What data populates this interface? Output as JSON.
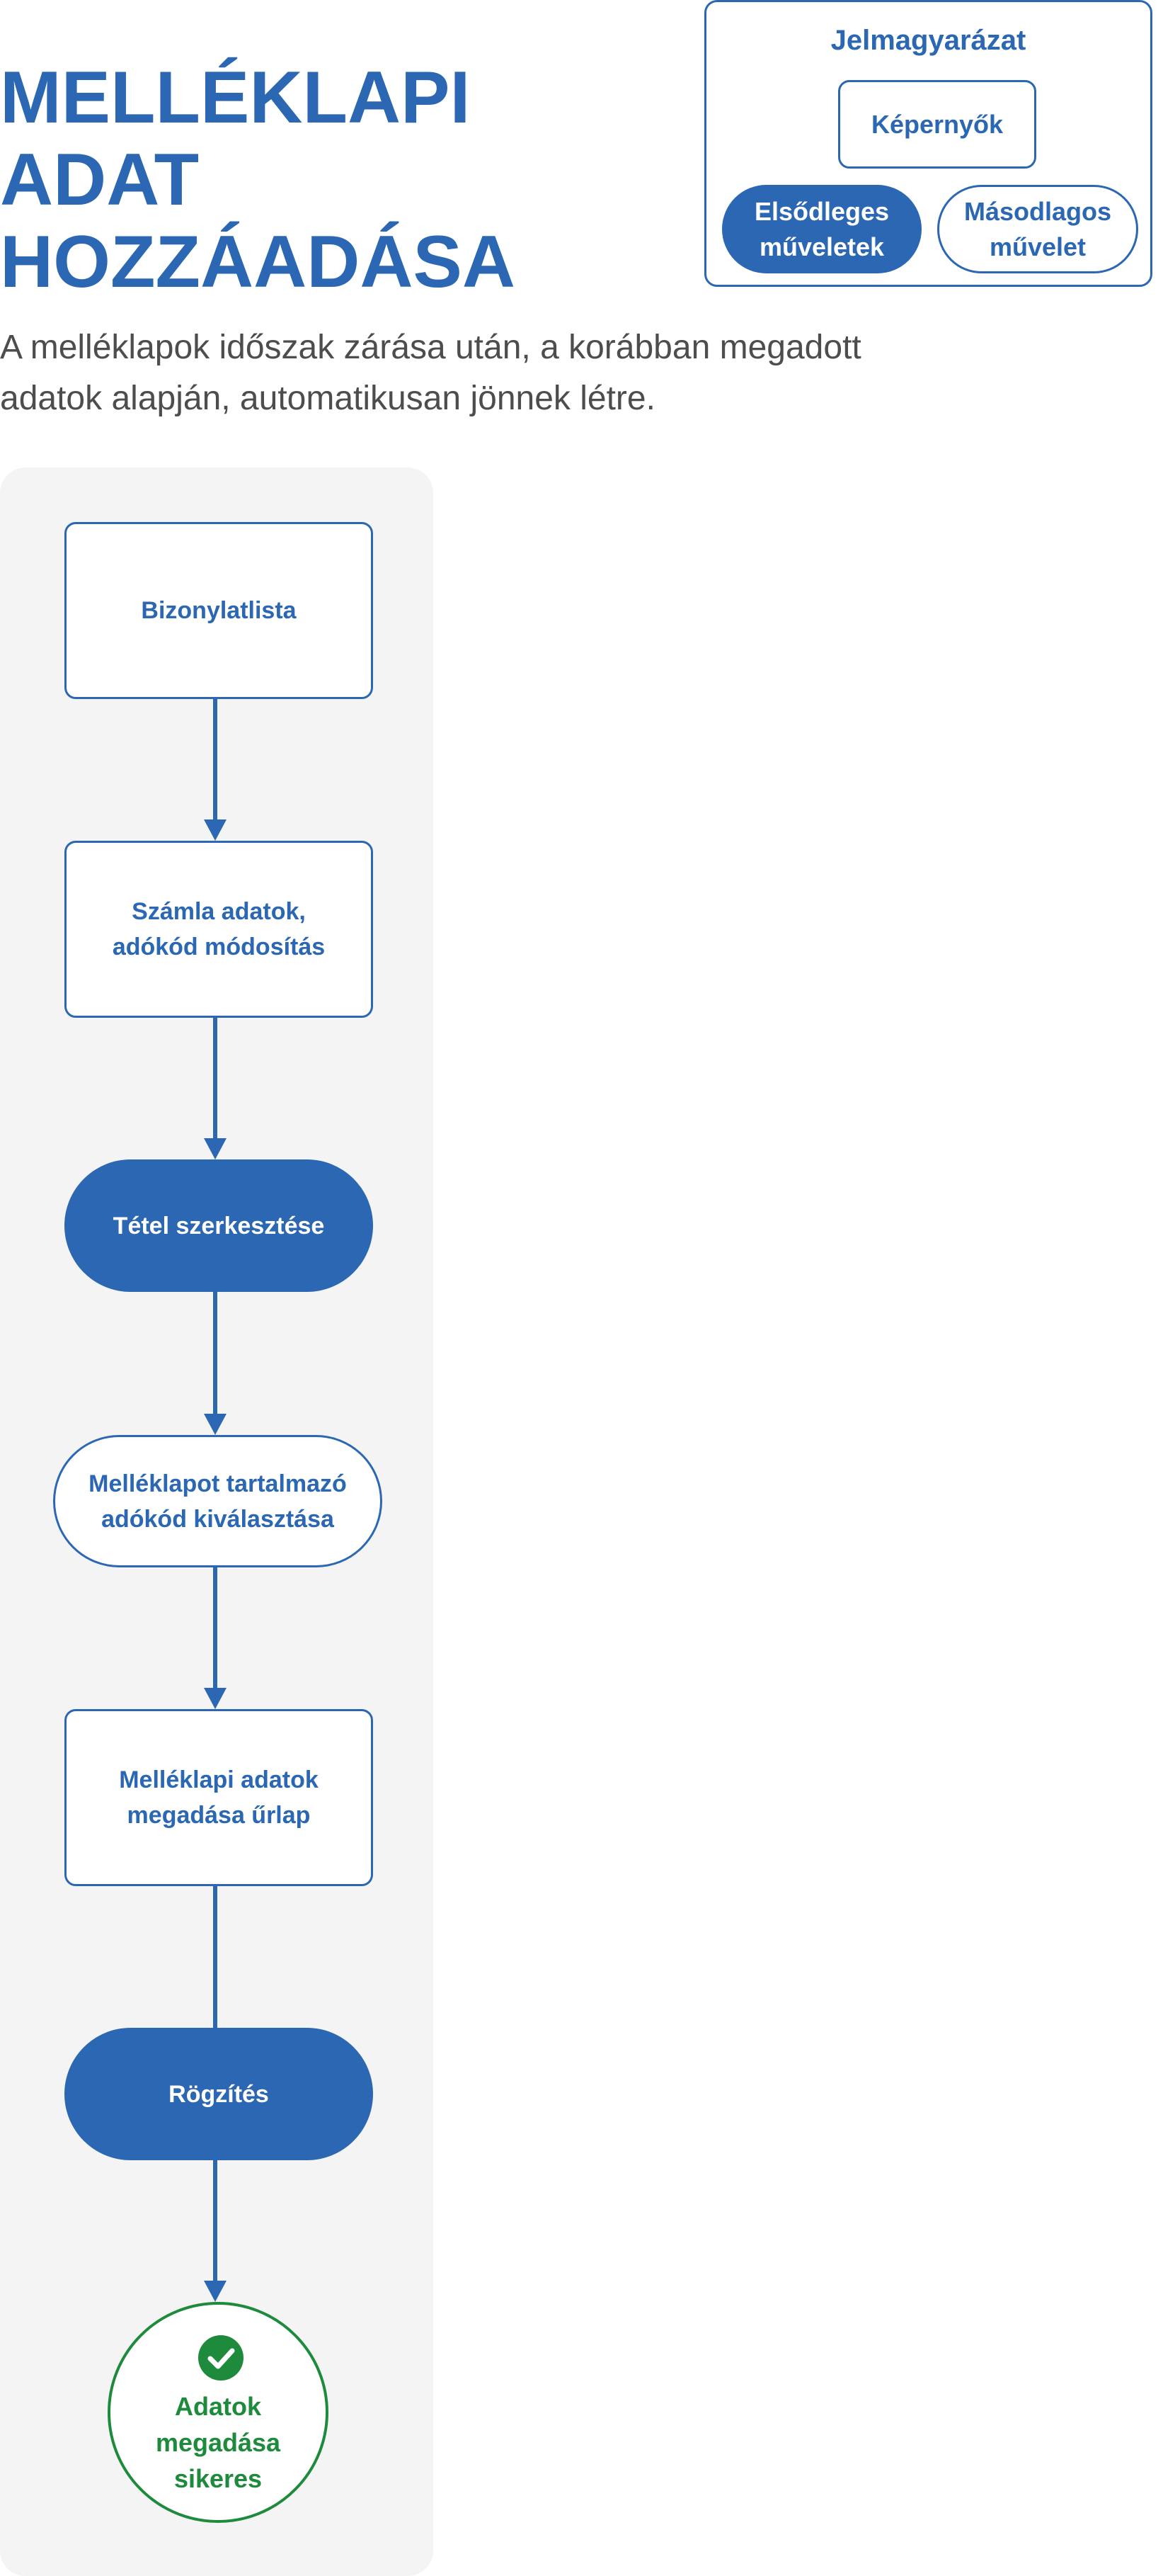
{
  "header": {
    "title": "MELLÉKLAPI ADAT HOZZÁADÁSA",
    "subtitle": "A melléklapok időszak zárása után, a korábban megadott adatok alapján, automatikusan jönnek létre."
  },
  "legend": {
    "title": "Jelmagyarázat",
    "screen_label": "Képernyők",
    "primary_label": "Elsődleges műveletek",
    "secondary_label": "Másodlagos művelet"
  },
  "flow": {
    "steps": [
      {
        "label": "Bizonylatlista",
        "kind": "screen"
      },
      {
        "label": "Számla adatok, adókód módosítás",
        "kind": "screen"
      },
      {
        "label": "Tétel szerkesztése",
        "kind": "primary"
      },
      {
        "label": "Melléklapot tartalmazó adókód kiválasztása",
        "kind": "secondary"
      },
      {
        "label": "Melléklapi adatok megadása űrlap",
        "kind": "screen"
      },
      {
        "label": "Rögzítés",
        "kind": "primary"
      }
    ],
    "end": {
      "label": "Adatok megadása sikeres",
      "icon": "check-circle-icon"
    }
  },
  "colors": {
    "accent": "#2b67b2",
    "success": "#1e8a3c",
    "lane_background": "#f4f4f4",
    "subtitle_text": "#4d4d4d"
  }
}
